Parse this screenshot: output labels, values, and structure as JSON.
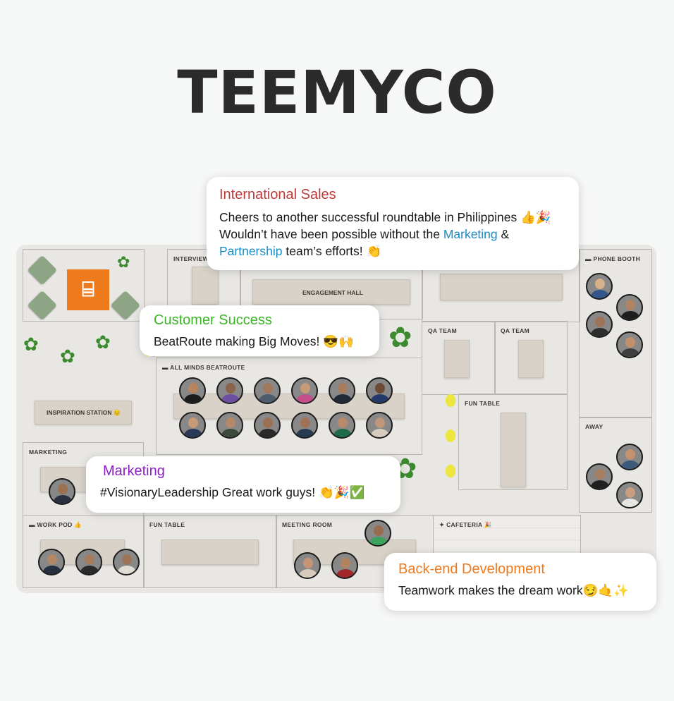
{
  "brand": {
    "logo_text": "TEEMYCO"
  },
  "rooms": {
    "interview": "INTERVIEW",
    "engagement_hall": "ENGAGEMENT HALL",
    "phone_booth": "PHONE BOOTH",
    "qa_team_1": "QA TEAM",
    "qa_team_2": "QA TEAM",
    "all_minds": "ALL MINDS BEATROUTE",
    "inspiration_station": "INSPIRATION STATION 😊",
    "fun_table_right": "FUN TABLE",
    "away": "AWAY",
    "marketing": "MARKETING",
    "work_pod": "WORK POD 👍",
    "fun_table_bottom": "FUN TABLE",
    "meeting_room": "MEETING ROOM",
    "cafeteria": "CAFETERIA 🎉"
  },
  "cards": {
    "intl": {
      "title": "International Sales",
      "line1": "Cheers to another successful roundtable in Philippines 👍🎉",
      "line2_pre": "Wouldn’t have been possible without the ",
      "line2_link": "Marketing",
      "line2_post": " &",
      "line3_link": "Partnership",
      "line3_post": " team’s efforts! 👏",
      "title_color": "#c0393b"
    },
    "cs": {
      "title": "Customer Success",
      "text": "BeatRoute making Big Moves! 😎🙌",
      "title_color": "#3cb528"
    },
    "mkt": {
      "title": "Marketing",
      "text": "#VisionaryLeadership Great work guys! 👏🎉✅",
      "title_color": "#8b1fc4"
    },
    "be": {
      "title": "Back-end Development",
      "text": "Teamwork makes the dream work😏🤙✨",
      "title_color": "#ee7a1e"
    }
  },
  "colors": {
    "link": "#1a8bc4",
    "accent_orange": "#ee7a1e"
  }
}
